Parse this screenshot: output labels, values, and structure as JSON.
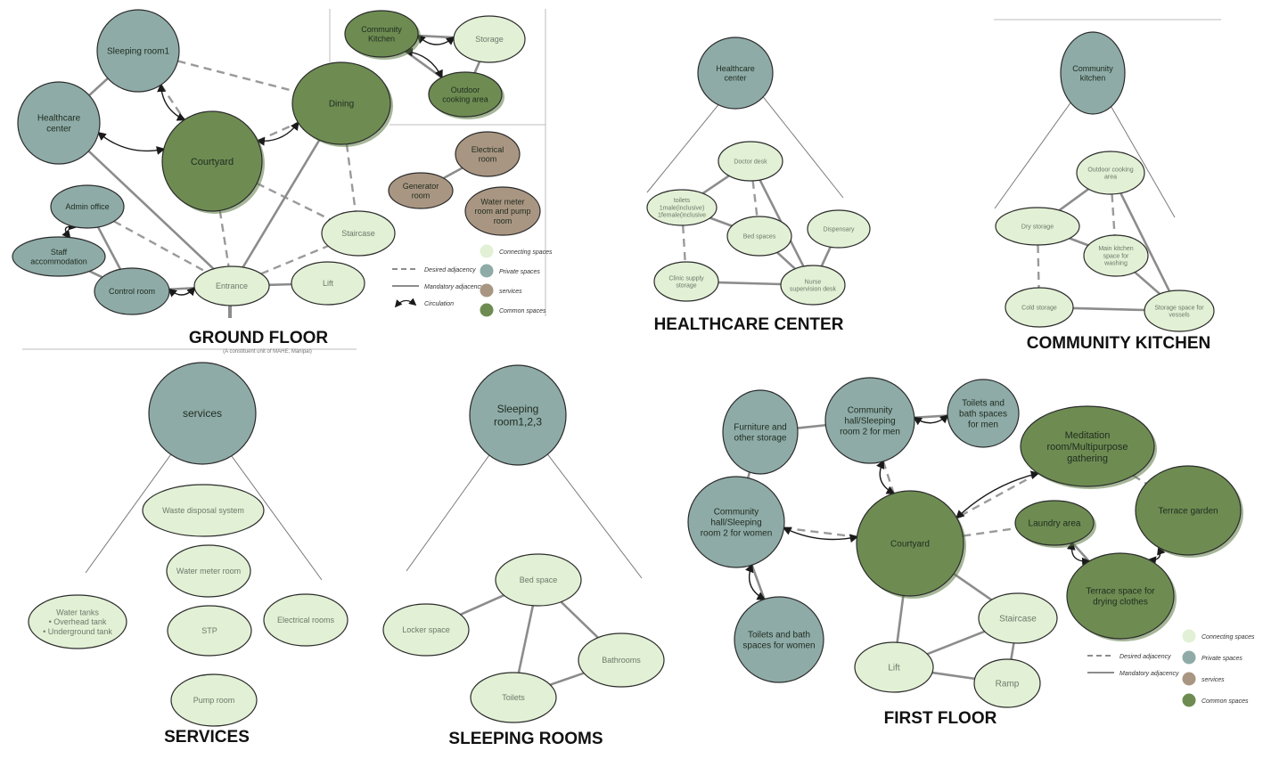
{
  "colors": {
    "connecting": "#e2f0d5",
    "private": "#8eaba7",
    "services": "#a99682",
    "common": "#6e8c52",
    "edge_desired": "#9a9a9a",
    "edge_mandatory": "#8c8c8c",
    "arrow": "#1a1a1a",
    "label_dark": "#1f2b1f",
    "label_light": "#6b7a6b"
  },
  "edge_types": {
    "desired": "dashed",
    "mandatory": "solid",
    "circulation": "arrow"
  },
  "panels": [
    {
      "id": "ground",
      "title": "GROUND FLOOR",
      "footnote": "(A constituent unit of MAHE, Manipal)",
      "legend": [
        {
          "type": "desired",
          "label": "Desired adjacency"
        },
        {
          "type": "mandatory",
          "label": "Mandatory adjacency"
        },
        {
          "type": "circulation",
          "label": "Circulation"
        },
        {
          "cat": "connecting",
          "label": "Connecting spaces"
        },
        {
          "cat": "private",
          "label": "Private spaces"
        },
        {
          "cat": "services",
          "label": "services"
        },
        {
          "cat": "common",
          "label": "Common spaces"
        }
      ],
      "nodes": [
        {
          "id": "sleeping1",
          "label": "Sleeping room1",
          "cat": "private"
        },
        {
          "id": "healthcare",
          "label": "Healthcare center",
          "cat": "private"
        },
        {
          "id": "courtyard",
          "label": "Courtyard",
          "cat": "common"
        },
        {
          "id": "dining",
          "label": "Dining",
          "cat": "common"
        },
        {
          "id": "ckitchen",
          "label": "Community Kitchen",
          "cat": "common"
        },
        {
          "id": "storage",
          "label": "Storage",
          "cat": "connecting"
        },
        {
          "id": "outdoor",
          "label": "Outdoor cooking area",
          "cat": "common"
        },
        {
          "id": "electrical",
          "label": "Electrical room",
          "cat": "services"
        },
        {
          "id": "generator",
          "label": "Generator room",
          "cat": "services"
        },
        {
          "id": "watermeter",
          "label": "Water meter room and pump room",
          "cat": "services"
        },
        {
          "id": "admin",
          "label": "Admin office",
          "cat": "private"
        },
        {
          "id": "staff",
          "label": "Staff accommodation",
          "cat": "private"
        },
        {
          "id": "control",
          "label": "Control room",
          "cat": "private"
        },
        {
          "id": "entrance",
          "label": "Entrance",
          "cat": "connecting"
        },
        {
          "id": "lift",
          "label": "Lift",
          "cat": "connecting"
        },
        {
          "id": "staircase",
          "label": "Staircase",
          "cat": "connecting"
        }
      ],
      "edges": [
        {
          "from": "sleeping1",
          "to": "dining",
          "type": "desired"
        },
        {
          "from": "sleeping1",
          "to": "courtyard",
          "type": "desired"
        },
        {
          "from": "sleeping1",
          "to": "courtyard",
          "type": "circulation"
        },
        {
          "from": "sleeping1",
          "to": "healthcare",
          "type": "mandatory"
        },
        {
          "from": "healthcare",
          "to": "courtyard",
          "type": "circulation"
        },
        {
          "from": "healthcare",
          "to": "entrance",
          "type": "mandatory"
        },
        {
          "from": "courtyard",
          "to": "dining",
          "type": "desired"
        },
        {
          "from": "courtyard",
          "to": "dining",
          "type": "circulation"
        },
        {
          "from": "courtyard",
          "to": "entrance",
          "type": "desired"
        },
        {
          "from": "courtyard",
          "to": "staircase",
          "type": "desired"
        },
        {
          "from": "dining",
          "to": "staircase",
          "type": "desired"
        },
        {
          "from": "dining",
          "to": "entrance",
          "type": "mandatory"
        },
        {
          "from": "ckitchen",
          "to": "storage",
          "type": "mandatory"
        },
        {
          "from": "ckitchen",
          "to": "storage",
          "type": "circulation"
        },
        {
          "from": "ckitchen",
          "to": "outdoor",
          "type": "mandatory"
        },
        {
          "from": "storage",
          "to": "outdoor",
          "type": "mandatory"
        },
        {
          "from": "outdoor",
          "to": "ckitchen",
          "type": "circulation"
        },
        {
          "from": "generator",
          "to": "electrical",
          "type": "mandatory"
        },
        {
          "from": "admin",
          "to": "entrance",
          "type": "desired"
        },
        {
          "from": "admin",
          "to": "staff",
          "type": "circulation"
        },
        {
          "from": "admin",
          "to": "control",
          "type": "mandatory"
        },
        {
          "from": "staff",
          "to": "control",
          "type": "mandatory"
        },
        {
          "from": "control",
          "to": "entrance",
          "type": "mandatory"
        },
        {
          "from": "control",
          "to": "entrance",
          "type": "circulation"
        },
        {
          "from": "entrance",
          "to": "lift",
          "type": "mandatory"
        },
        {
          "from": "entrance",
          "to": "staircase",
          "type": "desired"
        }
      ]
    },
    {
      "id": "health",
      "title": "HEALTHCARE CENTER",
      "nodes": [
        {
          "id": "hc",
          "label": "Healthcare center",
          "cat": "private"
        },
        {
          "id": "doctor",
          "label": "Doctor desk",
          "cat": "connecting"
        },
        {
          "id": "toilets",
          "label": "toilets 1male(inclusive) 1female(inclusive",
          "cat": "connecting"
        },
        {
          "id": "bed",
          "label": "Bed spaces",
          "cat": "connecting"
        },
        {
          "id": "dispensary",
          "label": "Dispensary",
          "cat": "connecting"
        },
        {
          "id": "clinic",
          "label": "Clinic supply storage",
          "cat": "connecting"
        },
        {
          "id": "nurse",
          "label": "Nurse supervision desk",
          "cat": "connecting"
        }
      ],
      "edges": [
        {
          "from": "doctor",
          "to": "toilets",
          "type": "mandatory"
        },
        {
          "from": "doctor",
          "to": "bed",
          "type": "desired"
        },
        {
          "from": "doctor",
          "to": "nurse",
          "type": "mandatory"
        },
        {
          "from": "toilets",
          "to": "bed",
          "type": "mandatory"
        },
        {
          "from": "toilets",
          "to": "clinic",
          "type": "desired"
        },
        {
          "from": "bed",
          "to": "nurse",
          "type": "mandatory"
        },
        {
          "from": "clinic",
          "to": "nurse",
          "type": "mandatory"
        },
        {
          "from": "dispensary",
          "to": "nurse",
          "type": "mandatory"
        }
      ]
    },
    {
      "id": "kitchen",
      "title": "COMMUNITY KITCHEN",
      "nodes": [
        {
          "id": "ck",
          "label": "Community kitchen",
          "cat": "private"
        },
        {
          "id": "outdoor2",
          "label": "Outdoor cooking area",
          "cat": "connecting"
        },
        {
          "id": "dry",
          "label": "Dry storage",
          "cat": "connecting"
        },
        {
          "id": "main",
          "label": "Main kitchen space for washing",
          "cat": "connecting"
        },
        {
          "id": "cold",
          "label": "Cold storage",
          "cat": "connecting"
        },
        {
          "id": "vessels",
          "label": "Storage space for vessels",
          "cat": "connecting"
        }
      ],
      "edges": [
        {
          "from": "outdoor2",
          "to": "dry",
          "type": "mandatory"
        },
        {
          "from": "outdoor2",
          "to": "main",
          "type": "desired"
        },
        {
          "from": "outdoor2",
          "to": "vessels",
          "type": "mandatory"
        },
        {
          "from": "dry",
          "to": "main",
          "type": "mandatory"
        },
        {
          "from": "dry",
          "to": "cold",
          "type": "desired"
        },
        {
          "from": "main",
          "to": "vessels",
          "type": "mandatory"
        },
        {
          "from": "cold",
          "to": "vessels",
          "type": "mandatory"
        }
      ]
    },
    {
      "id": "services",
      "title": "SERVICES",
      "nodes": [
        {
          "id": "svc",
          "label": "services",
          "cat": "private"
        },
        {
          "id": "waste",
          "label": "Waste disposal system",
          "cat": "connecting"
        },
        {
          "id": "wmr",
          "label": "Water meter room",
          "cat": "connecting"
        },
        {
          "id": "tanks",
          "label": "Water tanks\n•   Overhead tank\n•   Underground tank",
          "cat": "connecting"
        },
        {
          "id": "stp",
          "label": "STP",
          "cat": "connecting"
        },
        {
          "id": "elec",
          "label": "Electrical rooms",
          "cat": "connecting"
        },
        {
          "id": "pump",
          "label": "Pump room",
          "cat": "connecting"
        }
      ],
      "edges": []
    },
    {
      "id": "sleeping",
      "title": "SLEEPING ROOMS",
      "nodes": [
        {
          "id": "sr",
          "label": "Sleeping room1,2,3",
          "cat": "private"
        },
        {
          "id": "bedsp",
          "label": "Bed space",
          "cat": "connecting"
        },
        {
          "id": "locker",
          "label": "Locker space",
          "cat": "connecting"
        },
        {
          "id": "bath",
          "label": "Bathrooms",
          "cat": "connecting"
        },
        {
          "id": "toil",
          "label": "Toilets",
          "cat": "connecting"
        }
      ],
      "edges": [
        {
          "from": "bedsp",
          "to": "locker",
          "type": "mandatory"
        },
        {
          "from": "bedsp",
          "to": "bath",
          "type": "mandatory"
        },
        {
          "from": "bedsp",
          "to": "toil",
          "type": "mandatory"
        },
        {
          "from": "toil",
          "to": "bath",
          "type": "mandatory"
        }
      ]
    },
    {
      "id": "first",
      "title": "FIRST  FLOOR",
      "legend": [
        {
          "type": "desired",
          "label": "Desired adjacency"
        },
        {
          "type": "mandatory",
          "label": "Mandatory adjacency"
        },
        {
          "cat": "connecting",
          "label": "Connecting spaces"
        },
        {
          "cat": "private",
          "label": "Private spaces"
        },
        {
          "cat": "services",
          "label": "services"
        },
        {
          "cat": "common",
          "label": "Common spaces"
        }
      ],
      "nodes": [
        {
          "id": "furn",
          "label": "Furniture and other storage",
          "cat": "private"
        },
        {
          "id": "hallmen",
          "label": "Community hall/Sleeping room 2 for men",
          "cat": "private"
        },
        {
          "id": "toilmen",
          "label": "Toilets and bath spaces for men",
          "cat": "private"
        },
        {
          "id": "medit",
          "label": "Meditation room/Multipurpose gathering",
          "cat": "common"
        },
        {
          "id": "terrgarden",
          "label": "Terrace garden",
          "cat": "common"
        },
        {
          "id": "hallwomen",
          "label": "Community hall/Sleeping room 2 for women",
          "cat": "private"
        },
        {
          "id": "court2",
          "label": "Courtyard",
          "cat": "common"
        },
        {
          "id": "laundry",
          "label": "Laundry area",
          "cat": "common"
        },
        {
          "id": "drying",
          "label": "Terrace space for drying clothes",
          "cat": "common"
        },
        {
          "id": "toilwomen",
          "label": "Toilets and bath spaces for women",
          "cat": "private"
        },
        {
          "id": "stair2",
          "label": "Staircase",
          "cat": "connecting"
        },
        {
          "id": "lift2",
          "label": "Lift",
          "cat": "connecting"
        },
        {
          "id": "ramp",
          "label": "Ramp",
          "cat": "connecting"
        }
      ],
      "edges": [
        {
          "from": "furn",
          "to": "hallmen",
          "type": "mandatory"
        },
        {
          "from": "furn",
          "to": "hallwomen",
          "type": "mandatory"
        },
        {
          "from": "hallmen",
          "to": "toilmen",
          "type": "mandatory"
        },
        {
          "from": "hallmen",
          "to": "toilmen",
          "type": "circulation"
        },
        {
          "from": "hallmen",
          "to": "court2",
          "type": "desired"
        },
        {
          "from": "hallmen",
          "to": "court2",
          "type": "circulation"
        },
        {
          "from": "hallwomen",
          "to": "court2",
          "type": "desired"
        },
        {
          "from": "hallwomen",
          "to": "court2",
          "type": "circulation"
        },
        {
          "from": "hallwomen",
          "to": "toilwomen",
          "type": "mandatory"
        },
        {
          "from": "hallwomen",
          "to": "toilwomen",
          "type": "circulation"
        },
        {
          "from": "medit",
          "to": "court2",
          "type": "desired"
        },
        {
          "from": "medit",
          "to": "court2",
          "type": "circulation"
        },
        {
          "from": "medit",
          "to": "terrgarden",
          "type": "desired"
        },
        {
          "from": "court2",
          "to": "laundry",
          "type": "desired"
        },
        {
          "from": "laundry",
          "to": "drying",
          "type": "mandatory"
        },
        {
          "from": "laundry",
          "to": "drying",
          "type": "circulation"
        },
        {
          "from": "drying",
          "to": "terrgarden",
          "type": "circulation"
        },
        {
          "from": "court2",
          "to": "stair2",
          "type": "mandatory"
        },
        {
          "from": "court2",
          "to": "lift2",
          "type": "mandatory"
        },
        {
          "from": "stair2",
          "to": "lift2",
          "type": "mandatory"
        },
        {
          "from": "stair2",
          "to": "ramp",
          "type": "mandatory"
        },
        {
          "from": "lift2",
          "to": "ramp",
          "type": "mandatory"
        }
      ]
    }
  ]
}
